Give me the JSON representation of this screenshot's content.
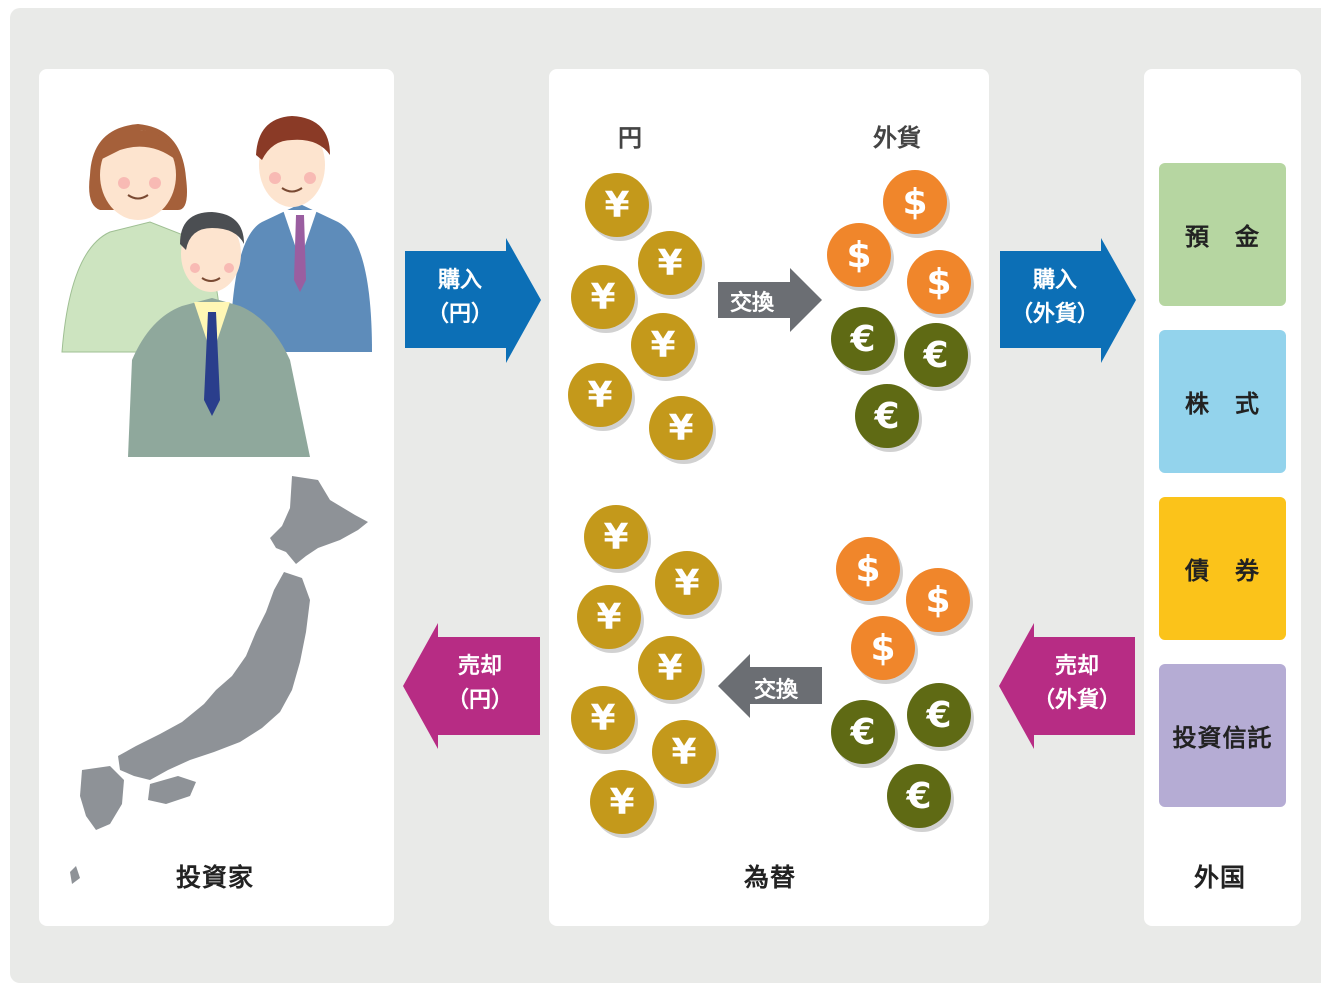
{
  "panels": {
    "investor_label": "投資家",
    "exchange_label": "為替",
    "foreign_label": "外国"
  },
  "exchange": {
    "yen_header": "円",
    "foreign_header": "外貨",
    "exchange_label_top": "交換",
    "exchange_label_bottom": "交換",
    "yen_symbol": "¥",
    "dollar_symbol": "$",
    "euro_symbol": "€"
  },
  "arrows": {
    "buy_yen_line1": "購入",
    "buy_yen_line2": "（円）",
    "buy_foreign_line1": "購入",
    "buy_foreign_line2": "（外貨）",
    "sell_foreign_line1": "売却",
    "sell_foreign_line2": "（外貨）",
    "sell_yen_line1": "売却",
    "sell_yen_line2": "（円）"
  },
  "assets": [
    {
      "label": "預　金",
      "color": "#b6d6a1"
    },
    {
      "label": "株　式",
      "color": "#93d3ec"
    },
    {
      "label": "債　券",
      "color": "#fbc31a"
    },
    {
      "label": "投資信託",
      "color": "#b5acd4"
    }
  ],
  "colors": {
    "buy_arrow": "#0c6fb6",
    "sell_arrow": "#b72c84",
    "exchange_arrow": "#6b6e73",
    "yen_coin": "#c4991b",
    "dollar_coin": "#f0862b",
    "euro_coin": "#5f6a14"
  },
  "icons": [
    "people-illustration",
    "japan-map-icon",
    "yen-coin-icon",
    "dollar-coin-icon",
    "euro-coin-icon"
  ]
}
